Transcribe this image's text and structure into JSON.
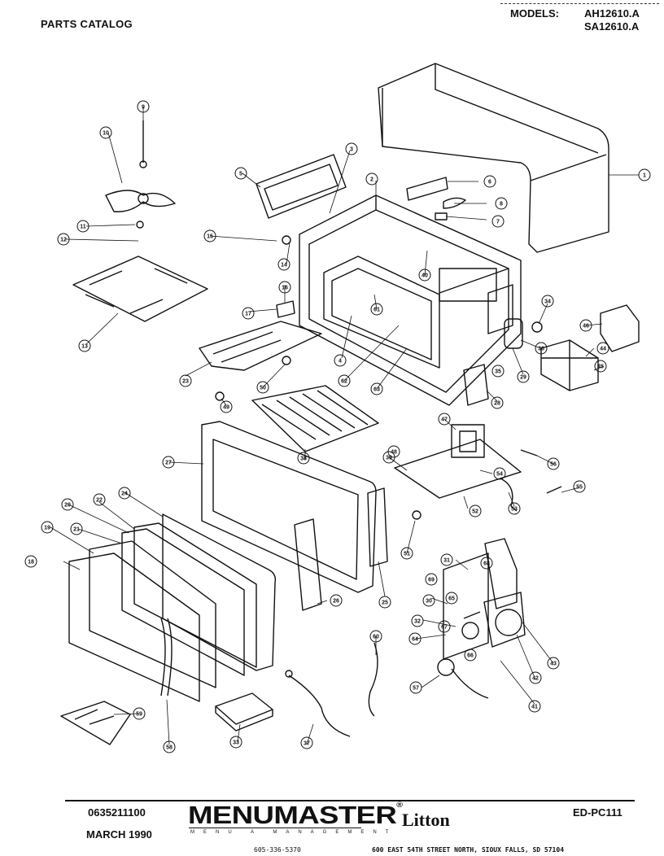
{
  "header": {
    "title": "PARTS CATALOG",
    "models_label": "MODELS:",
    "models": [
      "AH12610.A",
      "SA12610.A"
    ]
  },
  "callouts": [
    "1",
    "2",
    "3",
    "4",
    "5",
    "6",
    "7",
    "8",
    "9",
    "10",
    "11",
    "12",
    "13",
    "14",
    "15",
    "16",
    "17",
    "18",
    "19",
    "20",
    "21",
    "22",
    "23",
    "24",
    "25",
    "26",
    "27",
    "28",
    "29",
    "30",
    "31",
    "32",
    "33",
    "34",
    "35",
    "36",
    "37",
    "38",
    "39",
    "40",
    "41",
    "42",
    "43",
    "44",
    "45",
    "46",
    "47",
    "48",
    "49",
    "50",
    "51",
    "52",
    "53",
    "54",
    "55",
    "56",
    "57",
    "58",
    "59",
    "60",
    "61",
    "62",
    "63",
    "64",
    "65",
    "66",
    "67",
    "68",
    "69"
  ],
  "footer": {
    "part_number": "0635211100",
    "date": "MARCH 1990",
    "brand": "MENUMASTER",
    "brand_tagline": "MENU  A  MANAGEMENT",
    "phone": "605-336-5370",
    "litton": "Litton",
    "doc_code": "ED-PC111",
    "address": "600 EAST 54TH STREET NORTH, SIOUX FALLS, SD  57104"
  }
}
